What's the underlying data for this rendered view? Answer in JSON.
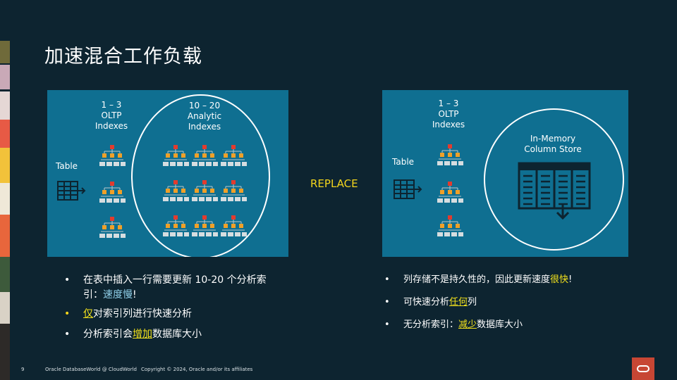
{
  "slide": {
    "title": "加速混合工作负载",
    "replace_label": "REPLACE"
  },
  "left_panel": {
    "table_label": "Table",
    "oltp_label": "1 – 3\nOLTP\nIndexes",
    "analytic_label": "10 – 20\nAnalytic\nIndexes"
  },
  "right_panel": {
    "table_label": "Table",
    "oltp_label": "1 – 3\nOLTP\nIndexes",
    "column_store_label": "In-Memory\nColumn Store"
  },
  "left_bullets": {
    "b1_text": "在表中插入一行需要更新 10-20 个分析索引：",
    "b1_highlight": "速度慢",
    "b1_end": "!",
    "b2_highlight": "仅",
    "b2_text": "对索引列进行快速分析",
    "b3_text": "分析索引会",
    "b3_highlight": "增加",
    "b3_end": "数据库大小"
  },
  "right_bullets": {
    "b1_text": "列存储不是持久性的，因此更新速度",
    "b1_highlight": "很快",
    "b1_end": "!",
    "b2_text": "可快速分析",
    "b2_highlight": "任何",
    "b2_end": "列",
    "b3_text": "无分析索引：",
    "b3_highlight": "减少",
    "b3_end": "数据库大小"
  },
  "footer": {
    "page_number": "9",
    "event": "Oracle DatabaseWorld @ CloudWorld",
    "copyright": "Copyright © 2024, Oracle and/or its affiliates"
  },
  "colors": {
    "background": "#0d2430",
    "panel": "#0f6f91",
    "accent_yellow": "#f3d51c",
    "index_red": "#e23b2e",
    "index_orange": "#f0a028",
    "oracle_red": "#c74634"
  },
  "icons": [
    "table-icon",
    "index-tree-icon",
    "column-store-icon",
    "oracle-logo-icon"
  ]
}
